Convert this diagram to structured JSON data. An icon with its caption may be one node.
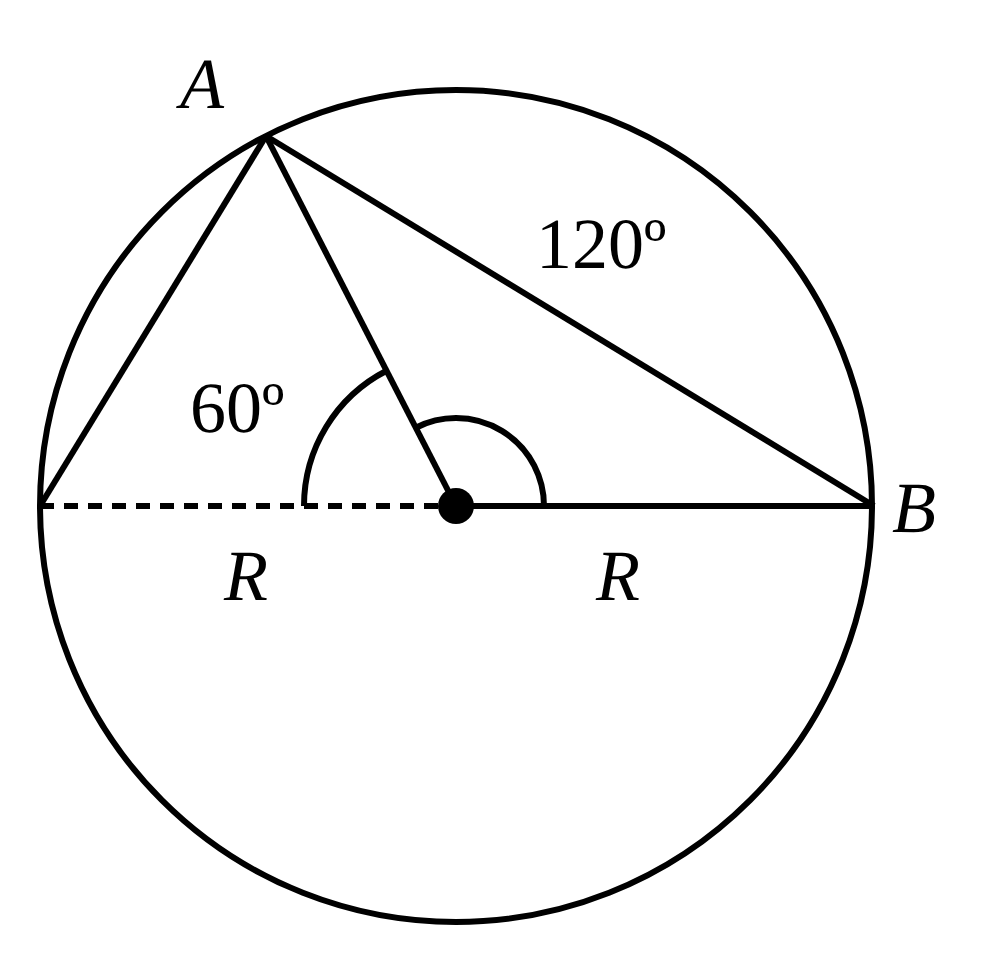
{
  "diagram": {
    "labels": [
      "A",
      "120º",
      "60º",
      "B",
      "R",
      "R"
    ]
  }
}
